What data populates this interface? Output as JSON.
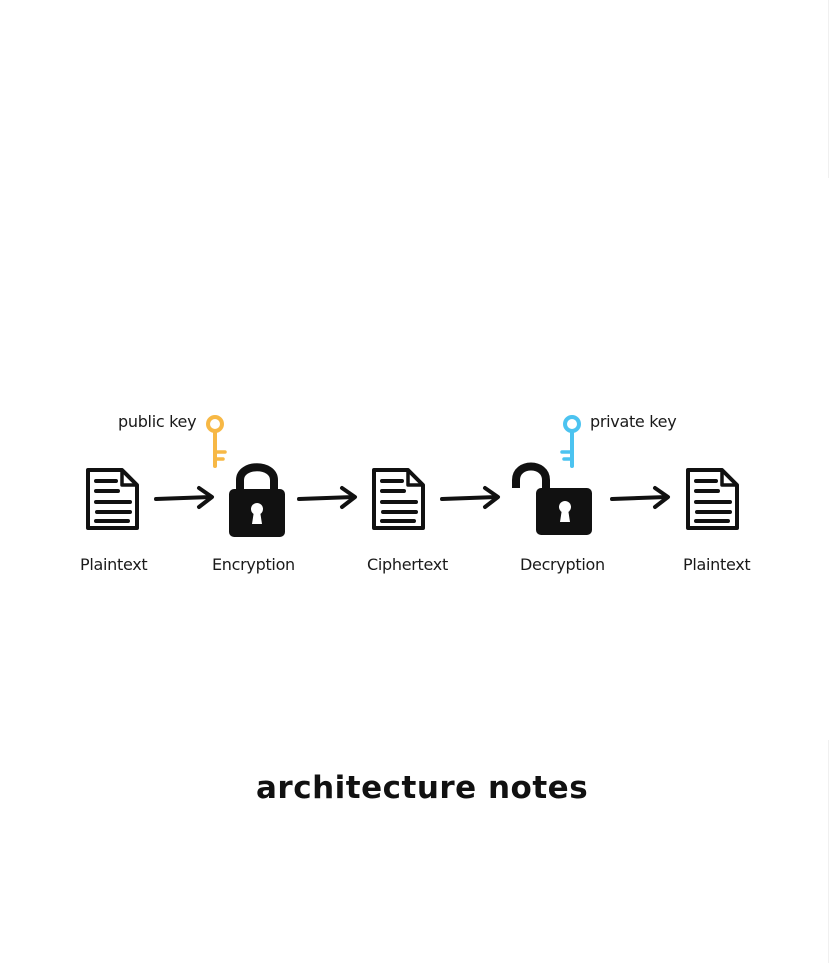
{
  "diagram": {
    "title": "architecture notes",
    "steps": [
      {
        "label": "Plaintext",
        "icon": "document-icon"
      },
      {
        "label": "Encryption",
        "icon": "lock-closed-icon"
      },
      {
        "label": "Ciphertext",
        "icon": "document-icon"
      },
      {
        "label": "Decryption",
        "icon": "lock-open-icon"
      },
      {
        "label": "Plaintext",
        "icon": "document-icon"
      }
    ],
    "keys": {
      "public": {
        "label": "public key",
        "color": "#f7b845",
        "icon": "key-icon"
      },
      "private": {
        "label": "private key",
        "color": "#4cc3f0",
        "icon": "key-icon"
      }
    },
    "arrows": 4
  }
}
